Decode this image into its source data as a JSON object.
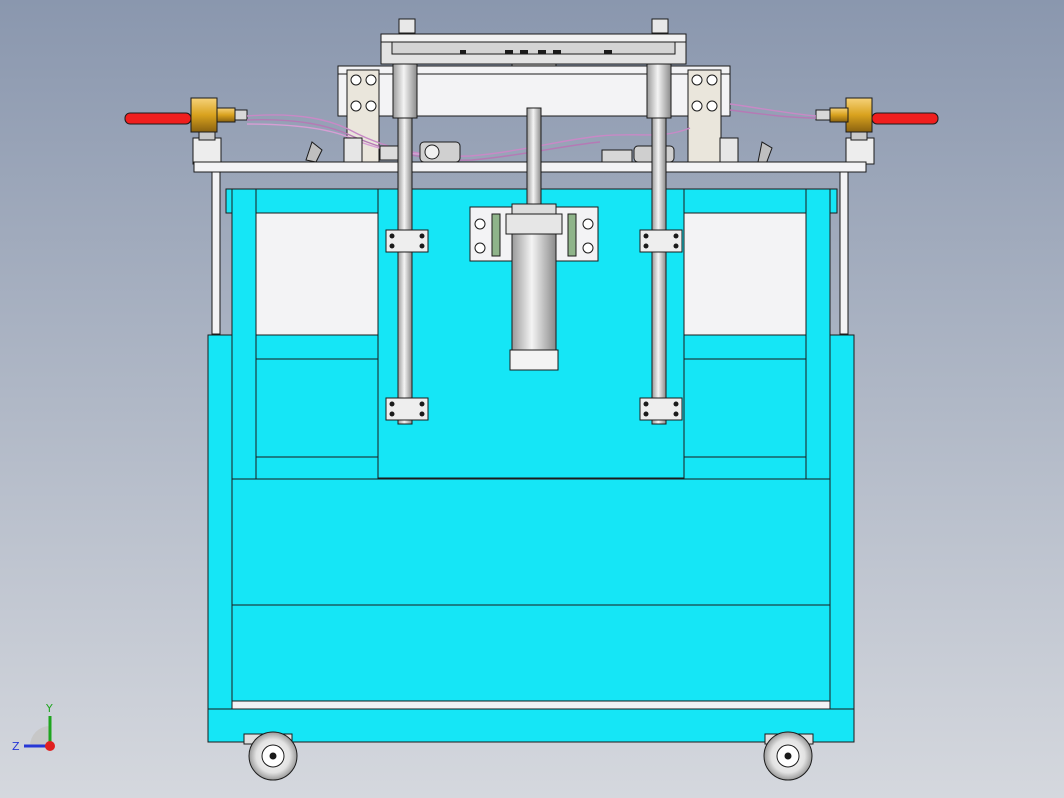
{
  "viewport": {
    "background_top": "#8A97AE",
    "background_bottom": "#D5D8DE"
  },
  "colors": {
    "frame": "#15E6F6",
    "frame_dark": "#0FA9B6",
    "steel": "#E9E9E9",
    "steel_shadow": "#B8B8B8",
    "outline": "#1B1B1B",
    "handle": "#F01E1E",
    "brass": "#D9A21E",
    "hose": "#C889C6",
    "panel_white": "#F3F3F5"
  },
  "triad": {
    "x_axis_color": "#E02020",
    "y_axis_color": "#1FA51F",
    "z_axis_color": "#2637D6",
    "y_label": "Y",
    "z_label": "Z"
  },
  "components": {
    "frame": "cart-frame",
    "tabletop": "table-top",
    "cylinder": "pneumatic-cylinder",
    "guide_rods": "guide-rods",
    "valves": "ball-valves",
    "casters": "caster-wheels"
  }
}
